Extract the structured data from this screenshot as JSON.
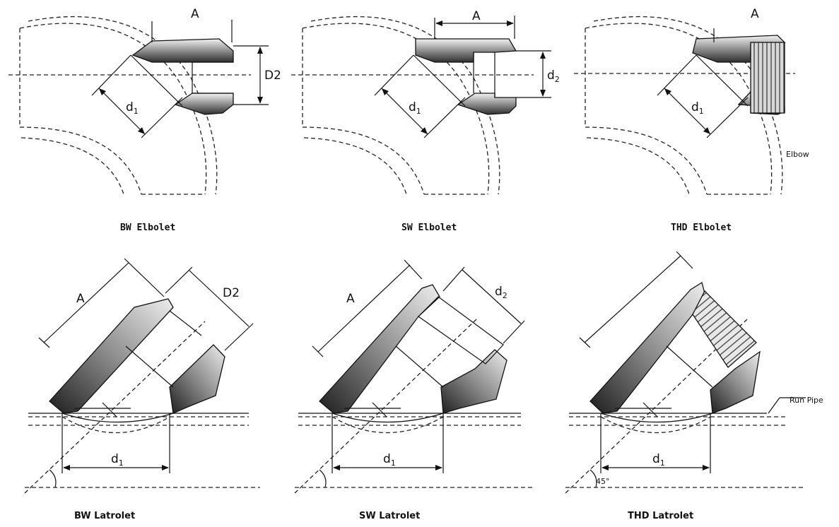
{
  "labels": {
    "A": "A",
    "D2": "D2",
    "d1": "d",
    "d2": "d",
    "sub1": "1",
    "sub2": "2",
    "elbow": "Elbow",
    "run_pipe": "Run Pipe",
    "angle": "45°"
  },
  "captions": {
    "bw_elbolet": "BW Elbolet",
    "sw_elbolet": "SW Elbolet",
    "thd_elbolet": "THD Elbolet",
    "bw_latrolet": "BW Latrolet",
    "sw_latrolet": "SW Latrolet",
    "thd_latrolet": "THD Latrolet"
  },
  "colors": {
    "line": "#111111",
    "metal_dark": "#3a3a3a",
    "metal_light": "#e6e6e6"
  }
}
